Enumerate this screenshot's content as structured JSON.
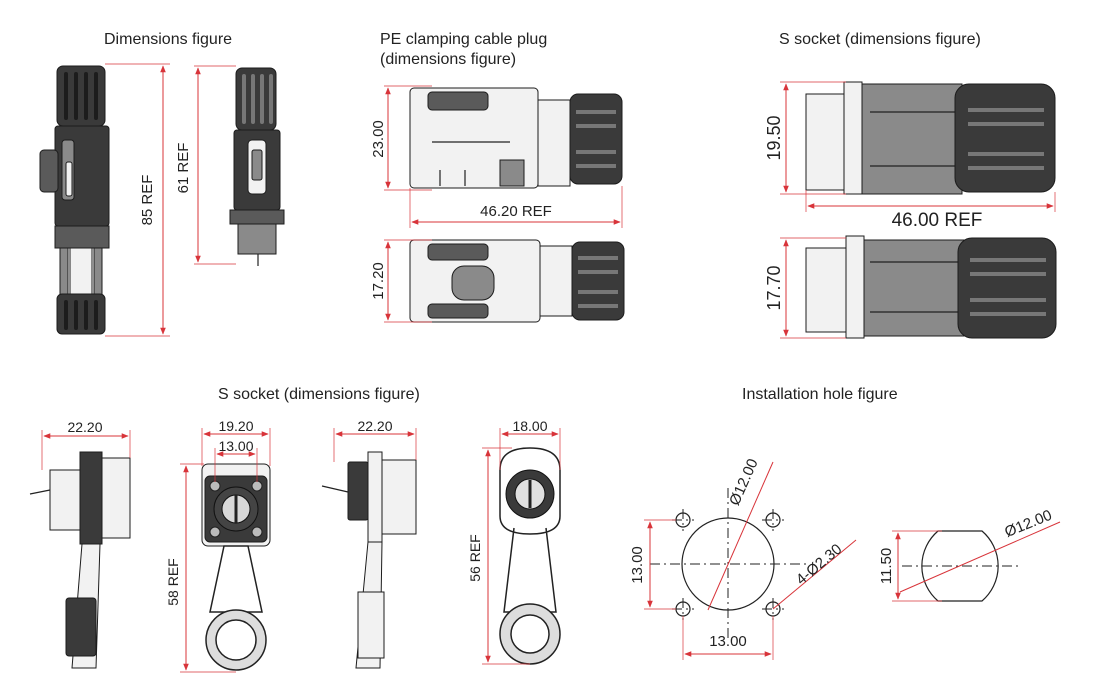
{
  "titles": {
    "dimensions_figure": "Dimensions figure",
    "pe_plug_line1": "PE clamping cable plug",
    "pe_plug_line2": "(dimensions figure)",
    "s_socket_top": "S socket (dimensions figure)",
    "s_socket_bottom": "S socket (dimensions figure)",
    "installation_hole": "Installation hole figure"
  },
  "dimensions": {
    "plug_85_ref": "85 REF",
    "plug_61_ref": "61 REF",
    "pe_height_23": "23.00",
    "pe_length_46_20": "46.20 REF",
    "pe_height_17_20": "17.20",
    "s_height_19_50": "19.50",
    "s_length_46_00": "46.00 REF",
    "s_height_17_70": "17.70",
    "side_width_22_20_a": "22.20",
    "front_width_19_20": "19.20",
    "front_width_13_00": "13.00",
    "front_height_58_ref": "58 REF",
    "side_width_22_20_b": "22.20",
    "round_width_18_00": "18.00",
    "round_height_56_ref": "56 REF",
    "hole_diameter_12_a": "Ø12.00",
    "hole_spacing_v_13": "13.00",
    "hole_spacing_h_13": "13.00",
    "mount_holes_4x2_30": "4-Ø2.30",
    "hole_height_11_50": "11.50",
    "hole_diameter_12_b": "Ø12.00"
  },
  "colors": {
    "dimension_line": "#d8343a",
    "part_body": "#3a3a3a",
    "text": "#222222"
  }
}
